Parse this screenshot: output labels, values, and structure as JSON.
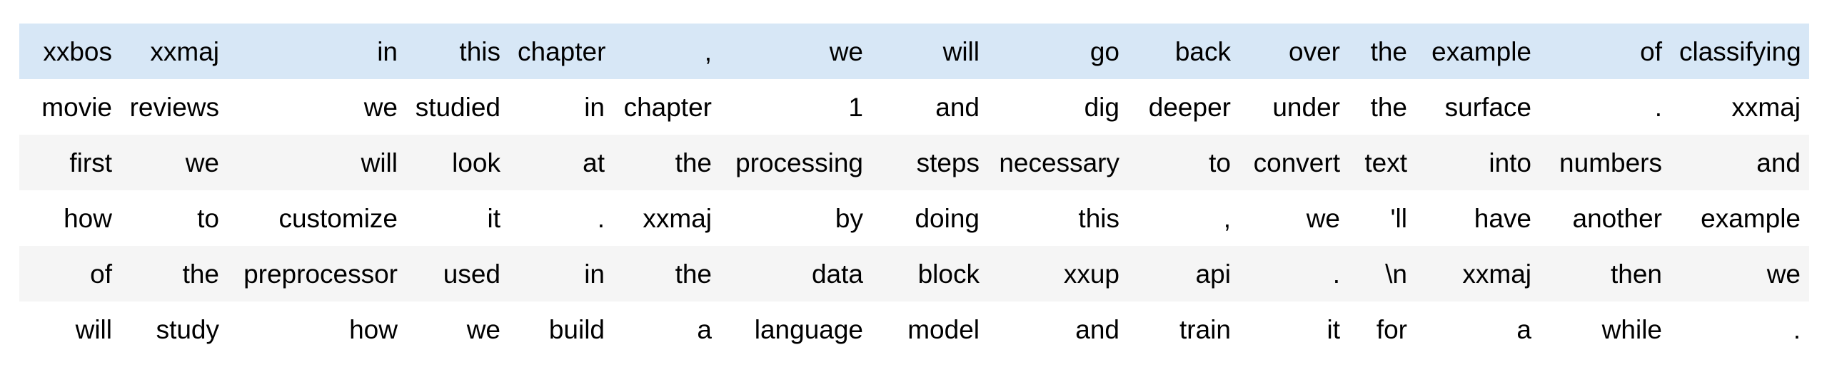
{
  "page": {
    "background_color": "#ffffff",
    "description": "notebook output: tokenized text batch table"
  },
  "table": {
    "columns_count": 15,
    "rows_count": 6,
    "highlighted_row_index": 0,
    "colors": {
      "highlight": "#d7e7f6",
      "stripe": "#f5f5f5",
      "row_bg": "#ffffff",
      "text": "#000000"
    },
    "rows": [
      [
        "xxbos",
        "xxmaj",
        "in",
        "this",
        "chapter",
        ",",
        "we",
        "will",
        "go",
        "back",
        "over",
        "the",
        "example",
        "of",
        "classifying"
      ],
      [
        "movie",
        "reviews",
        "we",
        "studied",
        "in",
        "chapter",
        "1",
        "and",
        "dig",
        "deeper",
        "under",
        "the",
        "surface",
        ".",
        "xxmaj"
      ],
      [
        "first",
        "we",
        "will",
        "look",
        "at",
        "the",
        "processing",
        "steps",
        "necessary",
        "to",
        "convert",
        "text",
        "into",
        "numbers",
        "and"
      ],
      [
        "how",
        "to",
        "customize",
        "it",
        ".",
        "xxmaj",
        "by",
        "doing",
        "this",
        ",",
        "we",
        "'ll",
        "have",
        "another",
        "example"
      ],
      [
        "of",
        "the",
        "preprocessor",
        "used",
        "in",
        "the",
        "data",
        "block",
        "xxup",
        "api",
        ".",
        "\\n",
        "xxmaj",
        "then",
        "we"
      ],
      [
        "will",
        "study",
        "how",
        "we",
        "build",
        "a",
        "language",
        "model",
        "and",
        "train",
        "it",
        "for",
        "a",
        "while",
        "."
      ]
    ]
  }
}
